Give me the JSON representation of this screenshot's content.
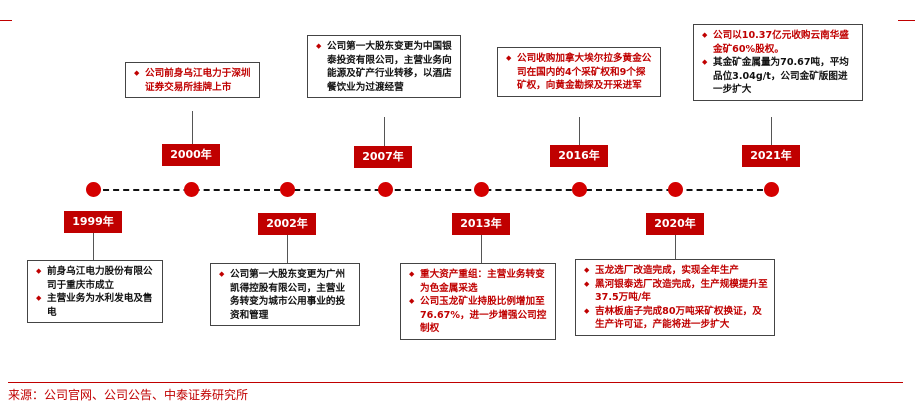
{
  "source": "来源：公司官网、公司公告、中泰证券研究所",
  "events": [
    {
      "year": "1999年",
      "color": "black",
      "items": [
        "前身乌江电力股份有限公司于重庆市成立",
        "主营业务为水利发电及售电"
      ]
    },
    {
      "year": "2000年",
      "color": "red",
      "items": [
        "公司前身乌江电力于深圳证券交易所挂牌上市"
      ]
    },
    {
      "year": "2002年",
      "color": "black",
      "items": [
        "公司第一大股东变更为广州凯得控股有限公司，主营业务转变为城市公用事业的投资和管理"
      ]
    },
    {
      "year": "2007年",
      "color": "black",
      "items": [
        "公司第一大股东变更为中国银泰投资有限公司，主营业务向能源及矿产行业转移，以酒店餐饮业为过渡经营"
      ]
    },
    {
      "year": "2013年",
      "color": "red",
      "items": [
        "重大资产重组：主营业务转变为色金属采选",
        "公司玉龙矿业持股比例增加至76.67%，进一步增强公司控制权"
      ]
    },
    {
      "year": "2016年",
      "color": "red",
      "items": [
        "公司收购加拿大埃尔拉多黄金公司在国内的4个采矿权和9个探矿权，向黄金勘探及开采进军"
      ]
    },
    {
      "year": "2020年",
      "color": "red",
      "items": [
        "玉龙选厂改造完成，实现全年生产",
        "黑河银泰选厂改造完成，生产规模提升至37.5万吨/年",
        "吉林板庙子完成80万吨采矿权换证，及生产许可证，产能将进一步扩大"
      ]
    },
    {
      "year": "2021年",
      "color": "mixed",
      "items": [
        "公司以10.37亿元收购云南华盛金矿60%股权。",
        "其金矿金属量为70.67吨，平均品位3.04g/t，公司金矿版图进一步扩大"
      ]
    }
  ],
  "colors": {
    "accent": "#c00000",
    "dot": "#d40000"
  }
}
